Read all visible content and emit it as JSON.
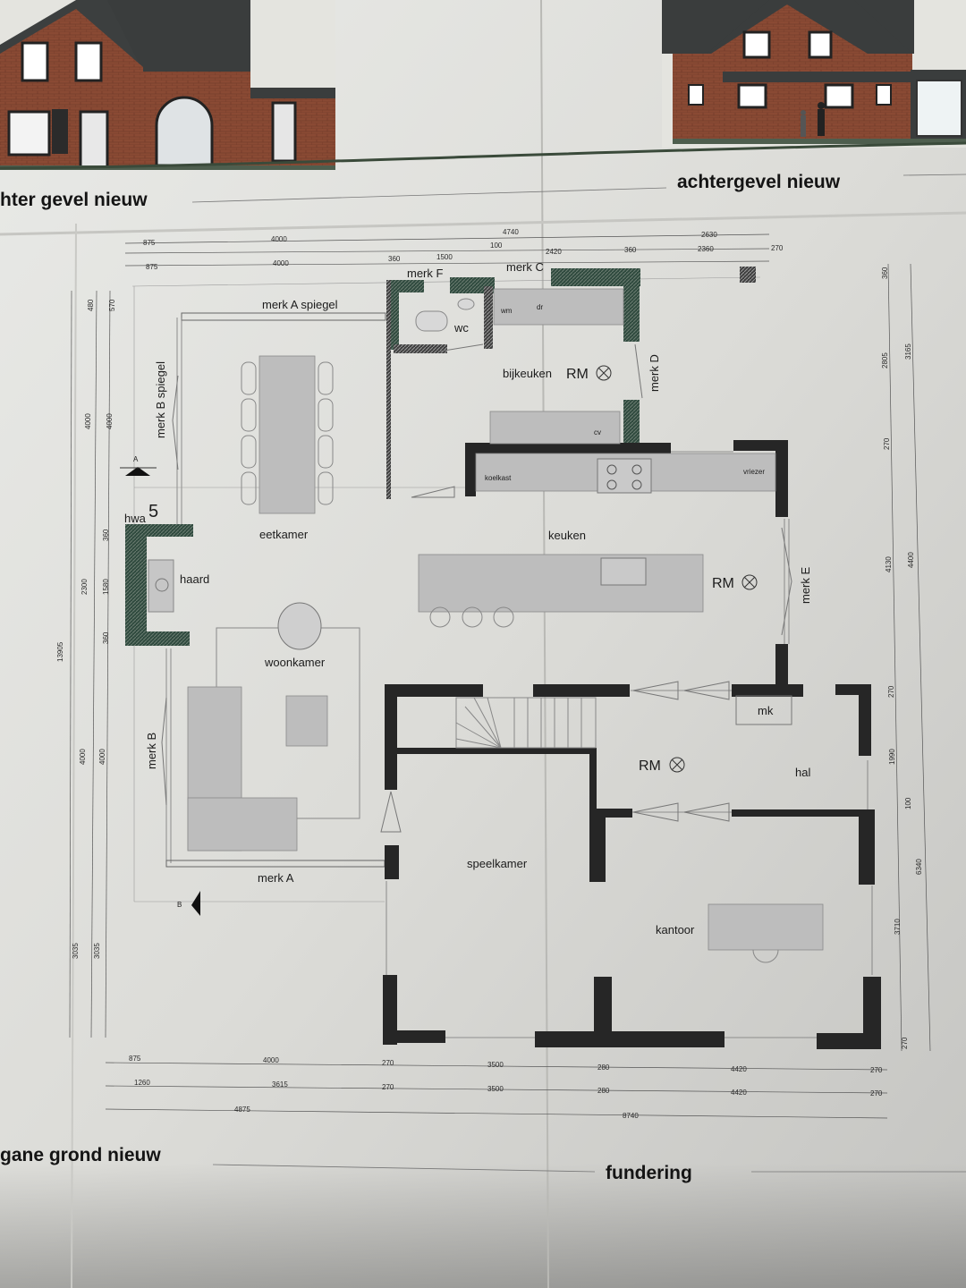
{
  "elevations": {
    "left_title": "hter gevel nieuw",
    "right_title": "achtergevel nieuw"
  },
  "plan": {
    "title_left": "gane grond nieuw",
    "title_right": "fundering",
    "rooms": {
      "wc": "wc",
      "bijkeuken": "bijkeuken",
      "eetkamer": "eetkamer",
      "keuken": "keuken",
      "haard": "haard",
      "woonkamer": "woonkamer",
      "speelkamer": "speelkamer",
      "hal": "hal",
      "kantoor": "kantoor",
      "mk": "mk",
      "hwa": "hwa"
    },
    "fixtures": {
      "wm": "wm",
      "dr": "dr",
      "cv": "cv",
      "koelkast": "koelkast",
      "vriezer": "vriezer"
    },
    "marks": {
      "merk_a_spiegel": "merk A spiegel",
      "merk_b_spiegel": "merk B spiegel",
      "merk_f": "merk F",
      "merk_c": "merk C",
      "merk_d": "merk D",
      "merk_e": "merk E",
      "merk_b": "merk B",
      "merk_a": "merk A"
    },
    "rm_label": "RM",
    "section_a": "A",
    "section_b": "B",
    "number_5": "5"
  },
  "dimensions": {
    "top_row1": [
      "875",
      "4000",
      "4740",
      "2630"
    ],
    "top_row2": [
      "360",
      "1500",
      "100",
      "2420",
      "360",
      "2360",
      "270"
    ],
    "top_row3": [
      "875",
      "4000"
    ],
    "left_outer": [
      "13905",
      "3035"
    ],
    "left_mid": [
      "480",
      "570",
      "4000",
      "4000",
      "360",
      "2300",
      "1580",
      "360",
      "4000",
      "4000",
      "3035"
    ],
    "right_inner": [
      "360",
      "2805",
      "270",
      "4130",
      "270",
      "1990",
      "100",
      "3710",
      "270"
    ],
    "right_outer": [
      "3165",
      "4400",
      "6340"
    ],
    "bottom_row1": [
      "875",
      "4000",
      "270",
      "3500",
      "280",
      "4420",
      "270"
    ],
    "bottom_row2": [
      "1260",
      "3615",
      "270",
      "3500",
      "280",
      "4420",
      "270"
    ],
    "bottom_row3": [
      "4875",
      "8740"
    ]
  }
}
